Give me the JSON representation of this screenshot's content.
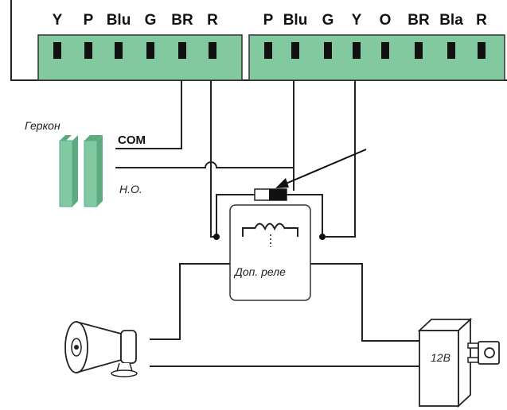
{
  "terminal_block_left": {
    "labels": [
      "Y",
      "P",
      "Blu",
      "G",
      "BR",
      "R"
    ]
  },
  "terminal_block_right": {
    "labels": [
      "P",
      "Blu",
      "G",
      "Y",
      "O",
      "BR",
      "Bla",
      "R"
    ]
  },
  "reed_switch": {
    "label": "Геркон",
    "com_label": "COM",
    "no_label": "Н.О."
  },
  "relay": {
    "label": "Доп. реле"
  },
  "power_adapter": {
    "label": "12В"
  },
  "colors": {
    "terminal_fill": "#82c9a0",
    "terminal_pin": "#111111",
    "wire": "#222222"
  }
}
